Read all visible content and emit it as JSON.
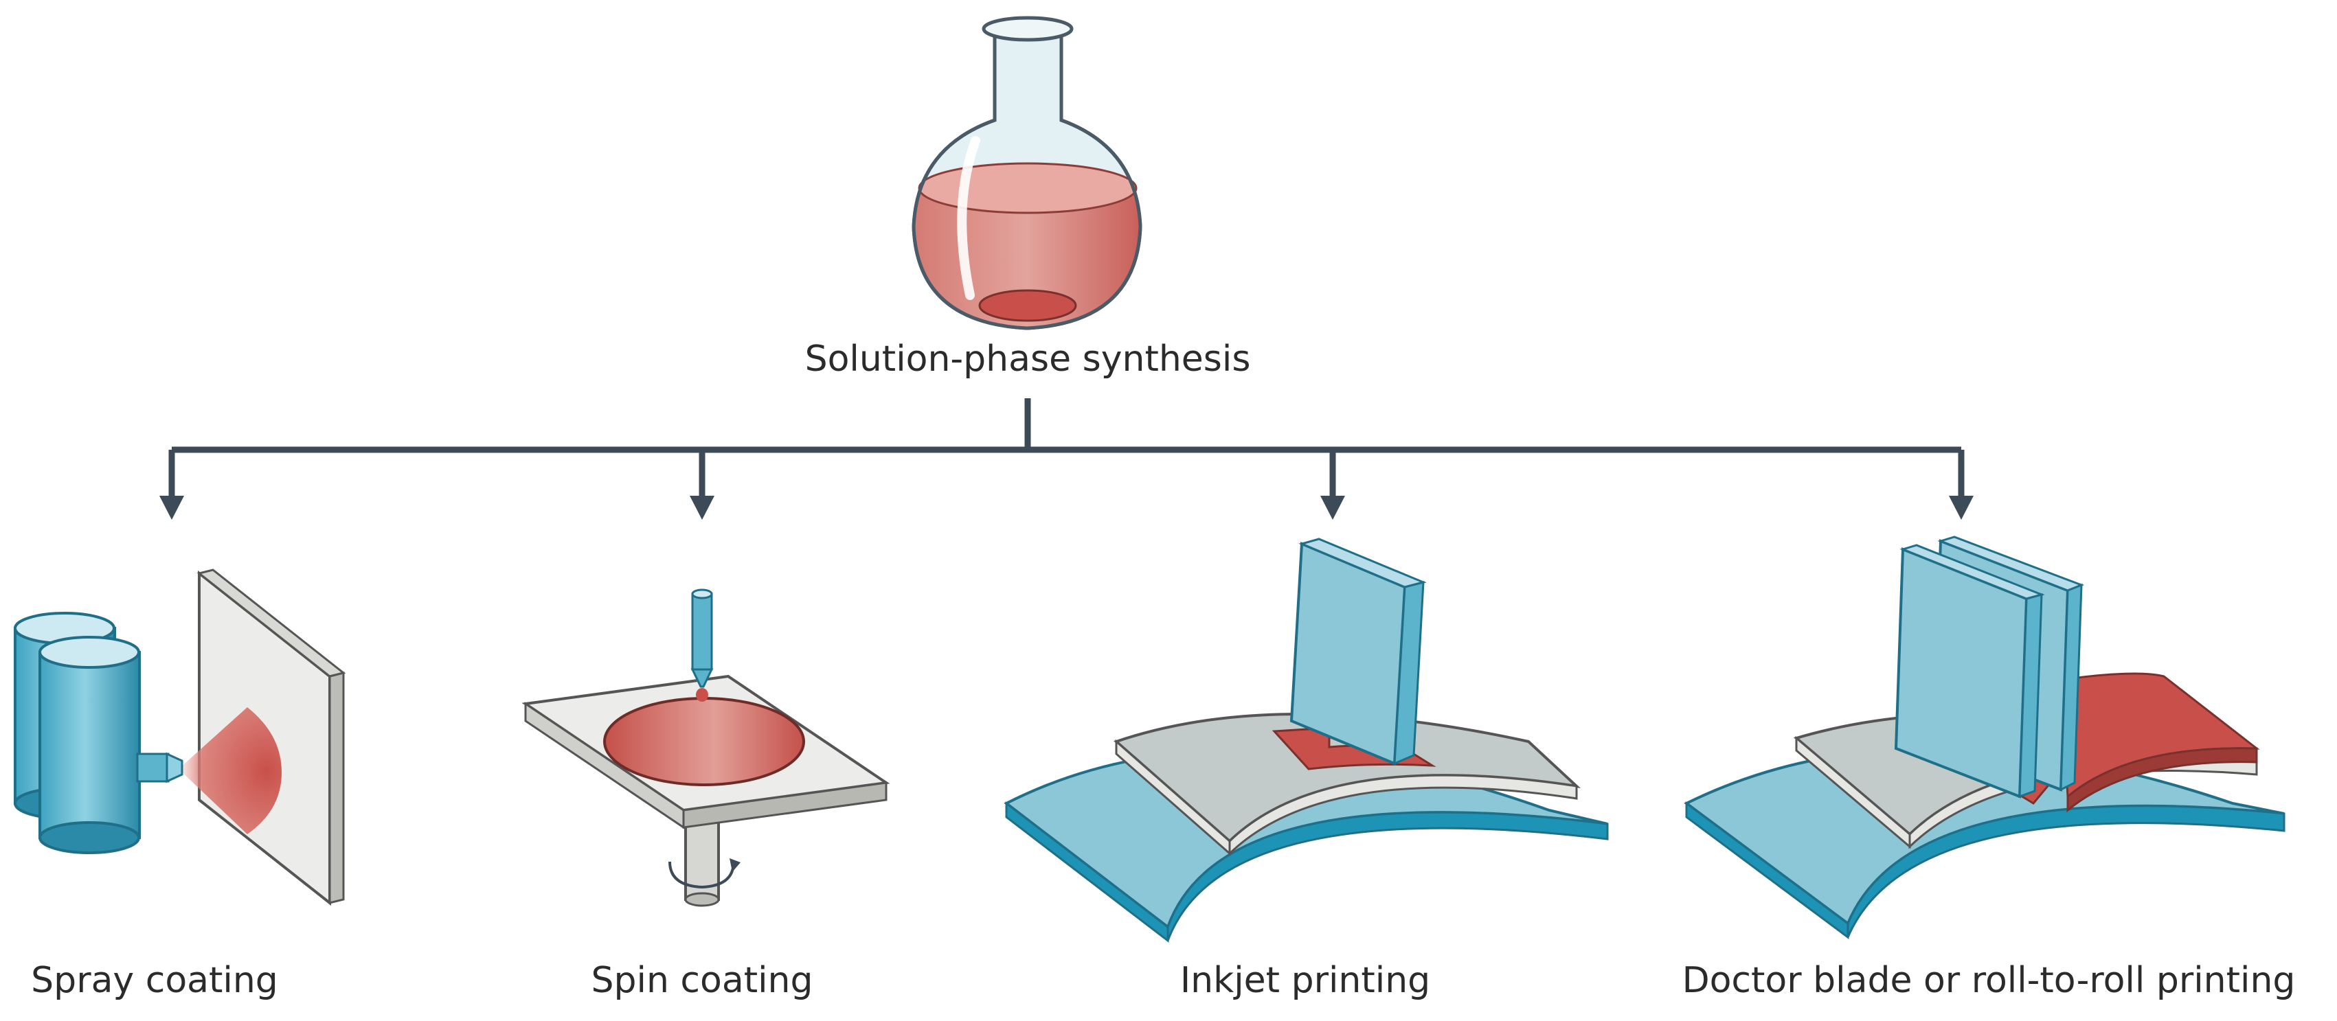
{
  "title": "Solution-phase synthesis",
  "methods": [
    {
      "label": "Spray coating",
      "icon": "spray-coating-illustration"
    },
    {
      "label": "Spin coating",
      "icon": "spin-coating-illustration"
    },
    {
      "label": "Inkjet printing",
      "icon": "inkjet-printing-illustration"
    },
    {
      "label": "Doctor blade or roll-to-roll printing",
      "icon": "doctor-blade-illustration"
    }
  ],
  "colors": {
    "solution_red": "#c9504a",
    "cyan": "#69b8cf",
    "cyan_light": "#b6dde9",
    "glass": "#dcebf0",
    "connector": "#3d4a57",
    "plate": "#e9e9e6"
  }
}
